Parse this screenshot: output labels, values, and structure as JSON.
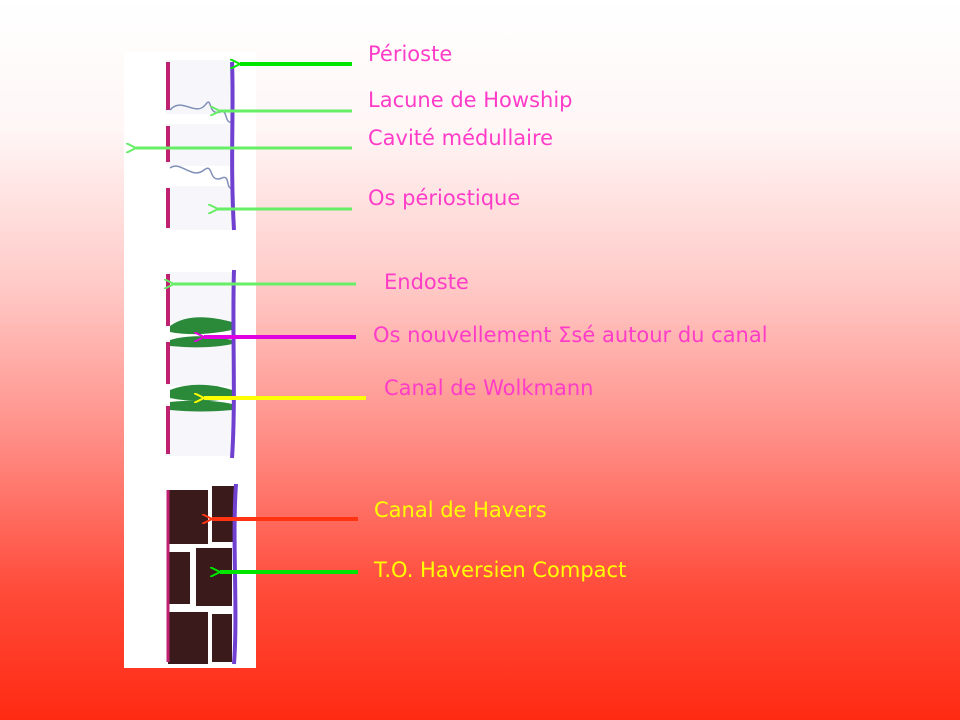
{
  "labels": [
    {
      "id": "perioste",
      "text": "Périoste",
      "color": "#ff3cc8",
      "arrow_color": "#00e600"
    },
    {
      "id": "lacune",
      "text": "Lacune de Howship",
      "color": "#ff3cc8",
      "arrow_color": "#66ee66"
    },
    {
      "id": "cavite",
      "text": "Cavité médullaire",
      "color": "#ff3cc8",
      "arrow_color": "#66ee66"
    },
    {
      "id": "os-periostique",
      "text": "Os périostique",
      "color": "#ff3cc8",
      "arrow_color": "#66ee66"
    },
    {
      "id": "endoste",
      "text": "Endoste",
      "color": "#ff3cc8",
      "arrow_color": "#66ee66"
    },
    {
      "id": "os-nouvellement",
      "text": "Os nouvellement Σsé autour du canal",
      "color": "#ff3cc8",
      "arrow_color": "#e000e0"
    },
    {
      "id": "canal-wolkmann",
      "text": "Canal de Wolkmann",
      "color": "#ff3cc8",
      "arrow_color": "#ffff00"
    },
    {
      "id": "canal-havers",
      "text": "Canal de Havers",
      "color": "#ffff00",
      "arrow_color": "#ff3311"
    },
    {
      "id": "to-haversien",
      "text": "T.O. Haversien Compact",
      "color": "#ffff00",
      "arrow_color": "#00e600"
    }
  ],
  "colors": {
    "periosteum": "#7040d0",
    "endosteum": "#c02070",
    "new_bone": "#2a8a3a",
    "haversian_bone": "#3a1a1a",
    "panel": "#ffffff"
  }
}
